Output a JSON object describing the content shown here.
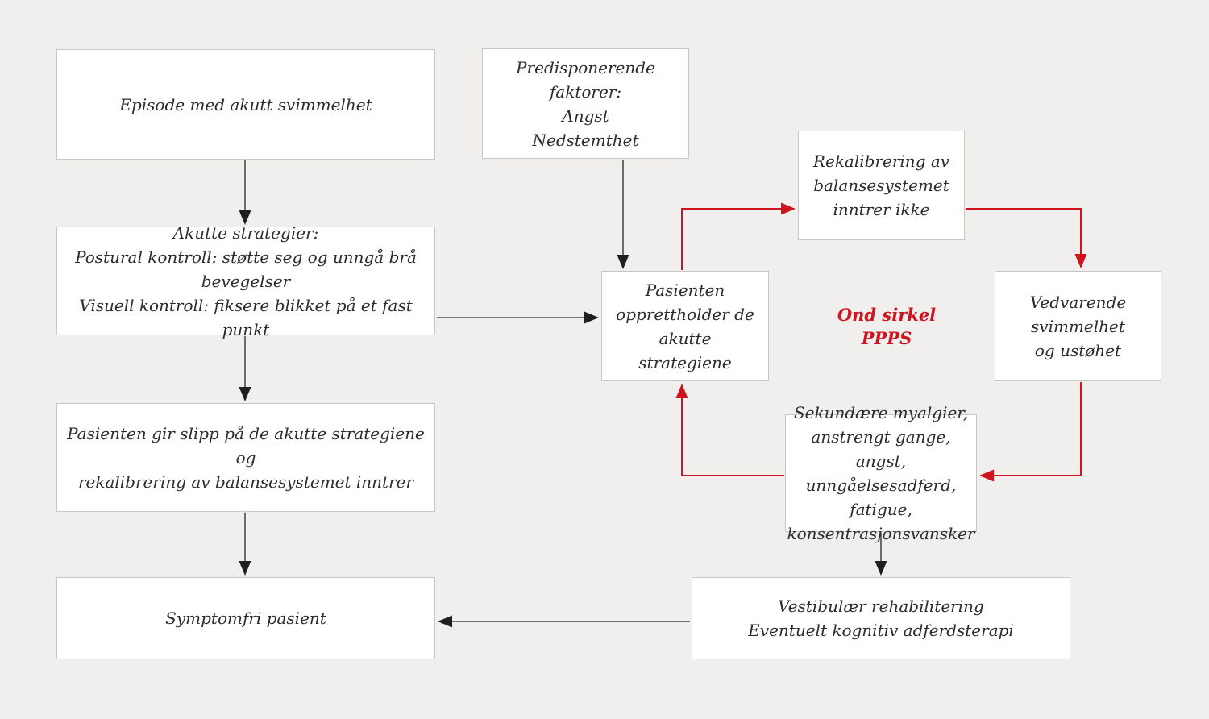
{
  "colors": {
    "background": "#f0efed",
    "box_fill": "#ffffff",
    "box_border": "#c9c7c4",
    "text": "#2d2c2a",
    "arrow_black": "#4a4a48",
    "arrow_red": "#ce141f"
  },
  "boxes": {
    "episode": {
      "lines": [
        "Episode med akutt svimmelhet"
      ]
    },
    "predisponerende": {
      "lines": [
        "Predisponerende faktorer:",
        "Angst",
        "Nedstemthet"
      ]
    },
    "akutte_strategier": {
      "lines": [
        "Akutte strategier:",
        "Postural kontroll: støtte seg og unngå brå bevegelser",
        "Visuell kontroll: fiksere blikket på et fast punkt"
      ]
    },
    "gir_slipp": {
      "lines": [
        "Pasienten gir slipp på de akutte strategiene og",
        "rekalibrering av balansesystemet inntrer"
      ]
    },
    "symptomfri": {
      "lines": [
        "Symptomfri pasient"
      ]
    },
    "opprettholder": {
      "lines": [
        "Pasienten",
        "opprettholder de",
        "akutte strategiene"
      ]
    },
    "rekalibrering_ikke": {
      "lines": [
        "Rekalibrering av",
        "balansesystemet",
        "inntrer ikke"
      ]
    },
    "vedvarende": {
      "lines": [
        "Vedvarende",
        "svimmelhet",
        "og ustøhet"
      ]
    },
    "sekundaere": {
      "lines": [
        "Sekundære myalgier,",
        "anstrengt gange, angst,",
        "unngåelsesadferd, fatigue,",
        "konsentrasjonsvansker"
      ]
    },
    "vestibulaer": {
      "lines": [
        "Vestibulær rehabilitering",
        "Eventuelt kognitiv adferdsterapi"
      ]
    }
  },
  "labels": {
    "ond_sirkel": {
      "lines": [
        "Ond sirkel",
        "PPPS"
      ]
    }
  }
}
